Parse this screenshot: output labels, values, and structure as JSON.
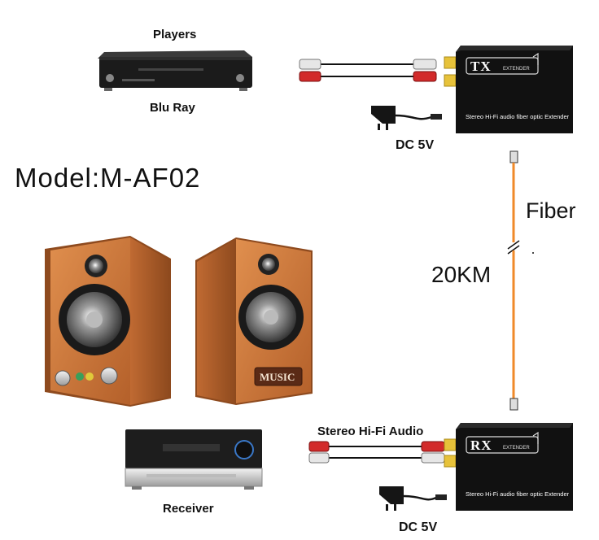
{
  "labels": {
    "players": "Players",
    "blu_ray": "Blu Ray",
    "dc_top": "DC 5V",
    "model": "Model:M-AF02",
    "fiber": "Fiber",
    "distance": "20KM",
    "stereo_audio": "Stereo Hi-Fi  Audio",
    "receiver": "Receiver",
    "dc_bottom": "DC 5V"
  },
  "tx_box": {
    "logo": "TX",
    "sub": "EXTENDER",
    "caption": "Stereo Hi-Fi audio fiber optic Extender"
  },
  "rx_box": {
    "logo": "RX",
    "sub": "EXTENDER",
    "caption": "Stereo Hi-Fi audio fiber optic Extender"
  },
  "speaker_badge": "MUSIC",
  "colors": {
    "fiber": "#f08a2a",
    "box": "#111111",
    "rca_red": "#d22a2a",
    "rca_white": "#e6e6e6",
    "wood": "#d07a3e",
    "port_gold": "#e7c23a"
  }
}
